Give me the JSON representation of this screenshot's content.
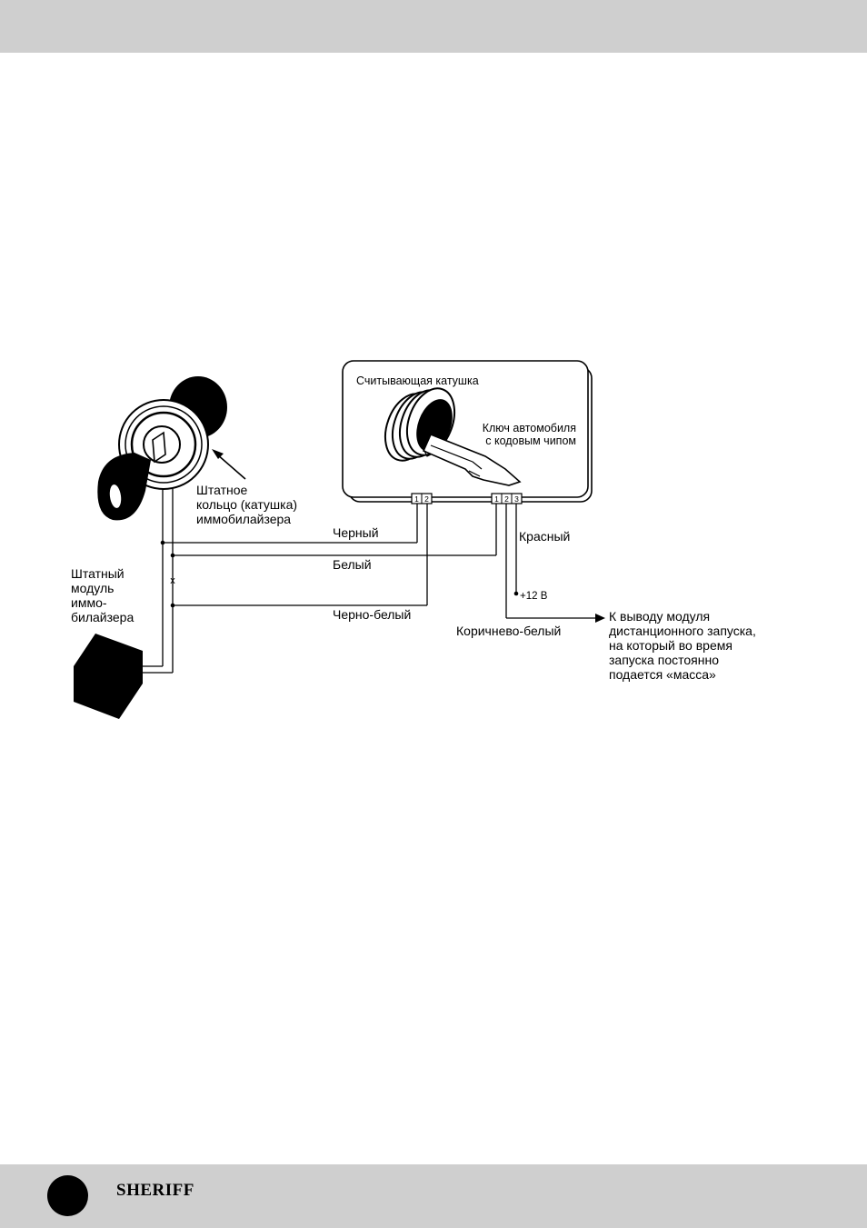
{
  "header": {},
  "footer": {
    "brand": "SHERIFF"
  },
  "diagram": {
    "reader_coil_title": "Считывающая катушка",
    "car_key_line1": "Ключ автомобиля",
    "car_key_line2": "с кодовым чипом",
    "ring_label_line1": "Штатное",
    "ring_label_line2": "кольцо (катушка)",
    "ring_label_line3": "иммобилайзера",
    "module_label_line1": "Штатный",
    "module_label_line2": "модуль",
    "module_label_line3": "иммо-",
    "module_label_line4": "билайзера",
    "connector_a_pins": [
      "1",
      "2"
    ],
    "connector_b_pins": [
      "1",
      "2",
      "3"
    ],
    "wire_black": "Черный",
    "wire_white": "Белый",
    "wire_black_white": "Черно-белый",
    "wire_red": "Красный",
    "wire_brown_white": "Коричнево-белый",
    "plus12v": "+12 В",
    "output_line1": "К выводу модуля",
    "output_line2": "дистанционного запуска,",
    "output_line3": "на который во время",
    "output_line4": "запуска постоянно",
    "output_line5": "подается «масса»",
    "cut_mark": "x"
  }
}
